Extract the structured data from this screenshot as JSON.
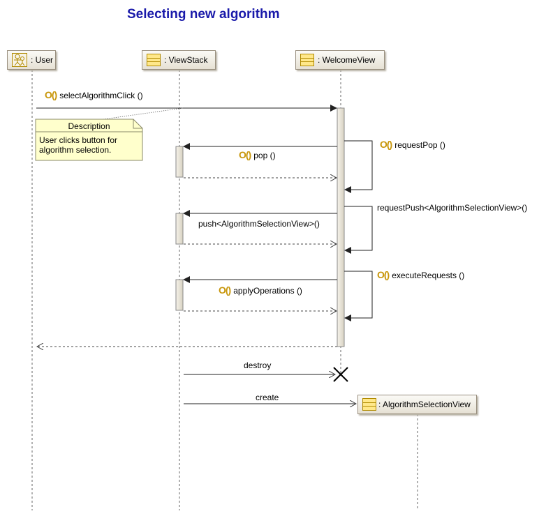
{
  "title": "Selecting new algorithm",
  "lifelines": {
    "user": ": User",
    "viewstack": ": ViewStack",
    "welcomeview": ": WelcomeView",
    "algorithmselectionview": ": AlgorithmSelectionView"
  },
  "messages": {
    "select_algorithm_click": "selectAlgorithmClick ()",
    "request_pop": "requestPop ()",
    "pop": "pop ()",
    "request_push": "requestPush<AlgorithmSelectionView>()",
    "push": "push<AlgorithmSelectionView>()",
    "execute_requests": "executeRequests ()",
    "apply_operations": "applyOperations ()",
    "destroy": "destroy",
    "create": "create"
  },
  "operation_glyph": "O()",
  "note": {
    "heading": "Description",
    "text_line1": "User clicks button for",
    "text_line2": "algorithm selection."
  },
  "colors": {
    "title": "#1a1aaa",
    "note_fill": "#ffffcc",
    "operation_glyph": "#c8960a",
    "activation_fill": "#ece8dc"
  }
}
